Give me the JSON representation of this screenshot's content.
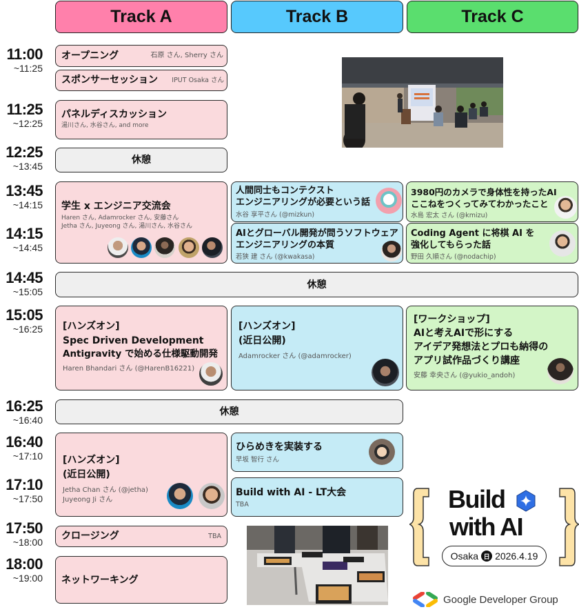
{
  "tracks": [
    {
      "label": "Track A",
      "color": "#ff80ab"
    },
    {
      "label": "Track B",
      "color": "#57c9fd"
    },
    {
      "label": "Track C",
      "color": "#5ade6e"
    }
  ],
  "times": [
    {
      "start": "11:00",
      "end": "~11:25"
    },
    {
      "start": "11:25",
      "end": "~12:25"
    },
    {
      "start": "12:25",
      "end": "~13:45"
    },
    {
      "start": "13:45",
      "end": "~14:15"
    },
    {
      "start": "14:15",
      "end": "~14:45"
    },
    {
      "start": "14:45",
      "end": "~15:05"
    },
    {
      "start": "15:05",
      "end": "~16:25"
    },
    {
      "start": "16:25",
      "end": "~16:40"
    },
    {
      "start": "16:40",
      "end": "~17:10"
    },
    {
      "start": "17:10",
      "end": "~17:50"
    },
    {
      "start": "17:50",
      "end": "~18:00"
    },
    {
      "start": "18:00",
      "end": "~19:00"
    }
  ],
  "sessions": {
    "opening": {
      "title": "オープニング",
      "speakers": "石原 さん, Sherry さん"
    },
    "sponsor": {
      "title": "スポンサーセッション",
      "speakers": "IPUT Osaka さん"
    },
    "panel": {
      "title": "パネルディスカッション",
      "speakers": "湯川さん, 水谷さん, and more"
    },
    "break1": {
      "title": "休憩"
    },
    "exchange": {
      "title": "学生 x エンジニア交流会",
      "speakers_line1": "Haren さん, Adamrocker さん, 安藤さん",
      "speakers_line2": "Jetha さん, Juyeong さん, 湯川さん, 水谷さん"
    },
    "context": {
      "title_line1": "人間同士もコンテクスト",
      "title_line2": "エンジニアリングが必要という話",
      "speaker": "水谷 享平さん (@mizkun)"
    },
    "global": {
      "title_line1": "AIとグローバル開発が問うソフトウェア",
      "title_line2": "エンジニアリングの本質",
      "speaker": "若狭 建 さん (@kwakasa)"
    },
    "camera": {
      "title_line1": "3980円のカメラで身体性を持ったAI",
      "title_line2": "ここねをつくってみてわかったこと",
      "speaker": "水島 宏太 さん (@kmizu)"
    },
    "shogi": {
      "title_line1": "Coding Agent に将棋 AI を",
      "title_line2": "強化してもらった話",
      "speaker": "野田 久順さん (@nodachip)"
    },
    "break2": {
      "title": "休憩"
    },
    "spec": {
      "tag": "[ハンズオン]",
      "title_line1": "Spec Driven Development",
      "title_line2": "Antigravity で始める仕様駆動開発",
      "speaker": "Haren Bhandari さん (@HarenB16221)"
    },
    "handson_b": {
      "tag": "[ハンズオン]",
      "title": "(近日公開)",
      "speaker": "Adamrocker さん (@adamrocker)"
    },
    "workshop": {
      "tag": "[ワークショップ]",
      "title_line1": "AIと考えAIで形にする",
      "title_line2": "アイデア発想法とプロも納得の",
      "title_line3": "アプリ試作品づくり講座",
      "speaker": "安藤 幸央さん (@yukio_andoh)"
    },
    "break3": {
      "title": "休憩"
    },
    "handson_a2": {
      "tag": "[ハンズオン]",
      "title": "(近日公開)",
      "speaker_line1": "Jetha Chan さん (@jetha)",
      "speaker_line2": "Juyeong Ji さん"
    },
    "hirameki": {
      "title": "ひらめきを実装する",
      "speaker": "早坂 智行 さん"
    },
    "lt": {
      "title": "Build with AI - LT大会",
      "speaker": "TBA"
    },
    "closing": {
      "title": "クロージング",
      "speaker": "TBA"
    },
    "networking": {
      "title": "ネットワーキング"
    }
  },
  "logo": {
    "line1": "Build",
    "line2": "with AI",
    "city": "Osaka",
    "day_badge": "日",
    "date": "2026.4.19",
    "org": "Google Developer Group"
  }
}
